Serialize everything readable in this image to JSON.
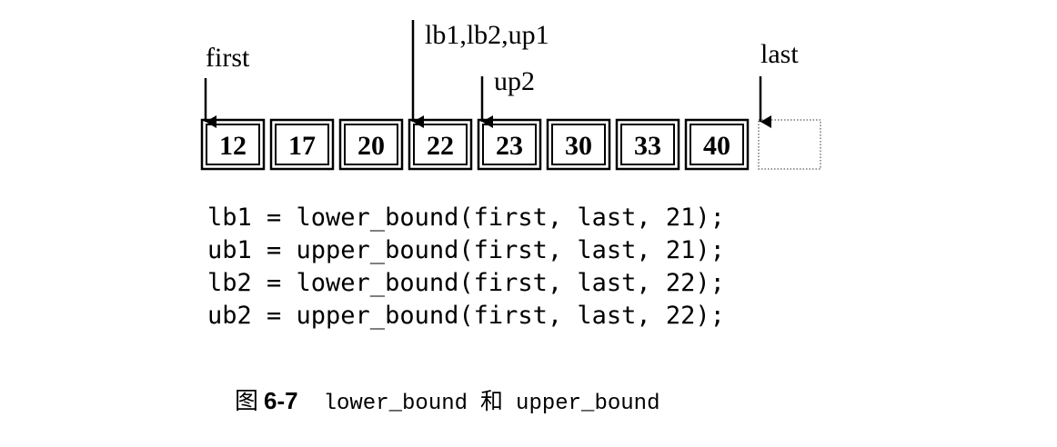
{
  "cells": [
    "12",
    "17",
    "20",
    "22",
    "23",
    "30",
    "33",
    "40",
    ""
  ],
  "pointers": {
    "first": "first",
    "lb1_lb2_up1": "lb1,lb2,up1",
    "up2": "up2",
    "last": "last"
  },
  "code": [
    "lb1 = lower_bound(first, last, 21);",
    "ub1 = upper_bound(first, last, 21);",
    "lb2 = lower_bound(first, last, 22);",
    "ub2 = upper_bound(first, last, 22);"
  ],
  "caption": {
    "prefix": "图",
    "number": "6-7",
    "fn1": "lower_bound",
    "join": "和",
    "fn2": "upper_bound"
  }
}
